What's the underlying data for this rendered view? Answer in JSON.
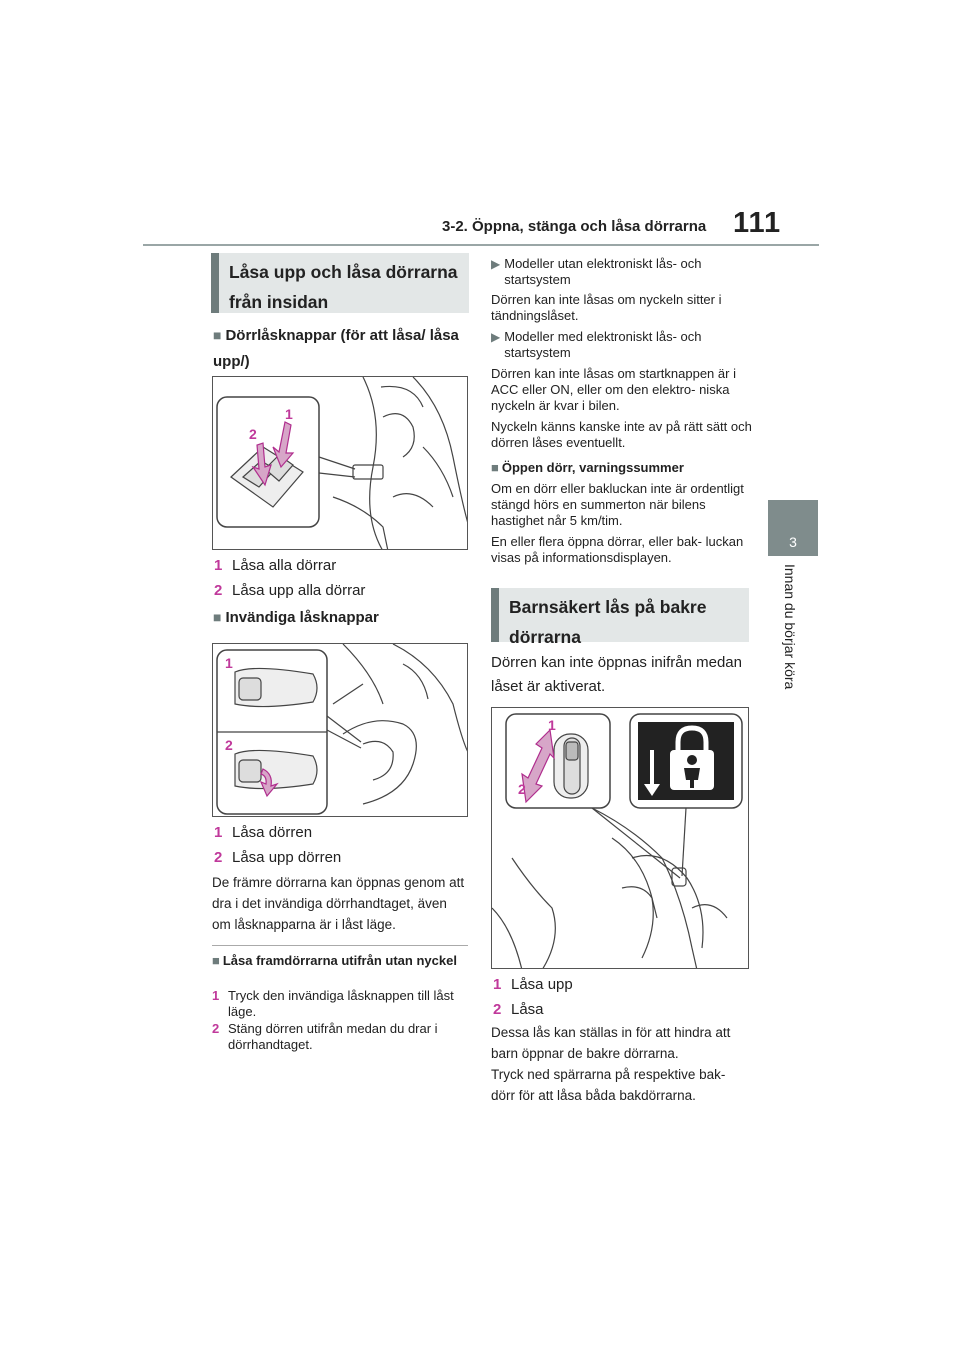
{
  "header": {
    "section_title": "3-2. Öppna, stänga och låsa dörrarna",
    "page_number": "111"
  },
  "side_tab": {
    "chapter": "3",
    "chapter_title": "Innan du börjar köra"
  },
  "left": {
    "section_heading": "Låsa upp och låsa dörrarna från insidan",
    "door_lock_switches": {
      "heading": "Dörrlåsknappar (för att låsa/ låsa upp/)",
      "callouts": [
        "1",
        "2"
      ],
      "items": [
        {
          "num": "1",
          "text": "Låsa alla dörrar"
        },
        {
          "num": "2",
          "text": "Låsa upp alla dörrar"
        }
      ]
    },
    "inside_lock_buttons": {
      "heading": "Invändiga låsknappar",
      "callouts": [
        "1",
        "2"
      ],
      "items": [
        {
          "num": "1",
          "text": "Låsa dörren"
        },
        {
          "num": "2",
          "text": "Låsa upp dörren"
        }
      ],
      "note": "De främre dörrarna kan öppnas genom att dra i det invändiga dörrhandtaget, även om låsknapparna är i låst läge."
    },
    "lock_without_key": {
      "heading": "Låsa framdörrarna utifrån utan nyckel",
      "items": [
        {
          "num": "1",
          "text": "Tryck den invändiga låsknappen till låst läge."
        },
        {
          "num": "2",
          "text": "Stäng dörren utifrån medan du drar i dörrhandtaget."
        }
      ]
    }
  },
  "right": {
    "bullet1_title": "Modeller utan elektroniskt lås- och startsystem",
    "bullet1_text": "Dörren kan inte låsas om nyckeln sitter i tändningslåset.",
    "bullet2_title": "Modeller med elektroniskt lås- och startsystem",
    "bullet2_text": "Dörren kan inte låsas om startknappen är i ACC eller ON, eller om den elektro- niska nyckeln är kvar i bilen.",
    "bullet2_text2": "Nyckeln känns kanske inte av på rätt sätt och dörren låses eventuellt.",
    "buzzer_heading": "Öppen dörr, varningssummer",
    "buzzer_text1": "Om en dörr eller bakluckan inte är ordentligt stängd hörs en summerton när bilens hastighet når 5 km/tim.",
    "buzzer_text2": "En eller flera öppna dörrar, eller bak- luckan visas på informationsdisplayen.",
    "child_lock_heading": "Barnsäkert lås på bakre dörrarna",
    "child_lock_intro": "Dörren kan inte öppnas inifrån medan låset är aktiverat.",
    "callouts": [
      "1",
      "2"
    ],
    "child_items": [
      {
        "num": "1",
        "text": "Låsa upp"
      },
      {
        "num": "2",
        "text": "Låsa"
      }
    ],
    "child_note1": "Dessa lås kan ställas in för att hindra att barn öppnar de bakre dörrarna.",
    "child_note2": "Tryck ned spärrarna på respektive bak- dörr för att låsa båda bakdörrarna."
  },
  "colors": {
    "accent": "#c0399b",
    "tab_gray": "#7f8c8c",
    "heading_bg": "#e3e7e7"
  }
}
